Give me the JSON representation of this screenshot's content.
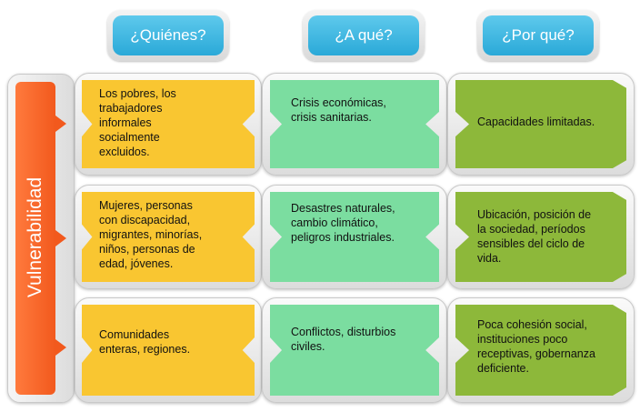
{
  "headers": [
    "¿Quiénes?",
    "¿A qué?",
    "¿Por qué?"
  ],
  "side_label": "Vulnerabilidad",
  "rows": [
    {
      "quienes": [
        "Los pobres, los",
        "trabajadores",
        "informales",
        "socialmente",
        "excluidos."
      ],
      "a_que": [
        "Crisis económicas,",
        "crisis sanitarias."
      ],
      "por_que": [
        "Capacidades limitadas."
      ]
    },
    {
      "quienes": [
        "Mujeres, personas",
        "con discapacidad,",
        "migrantes, minorías,",
        "niños, personas de",
        "edad, jóvenes."
      ],
      "a_que": [
        "Desastres naturales,",
        "cambio climático,",
        "peligros industriales."
      ],
      "por_que": [
        "Ubicación, posición de",
        "la sociedad, períodos",
        "sensibles del ciclo de",
        "vida."
      ]
    },
    {
      "quienes": [
        "Comunidades",
        "enteras, regiones."
      ],
      "a_que": [
        "Conflictos, disturbios",
        "civiles."
      ],
      "por_que": [
        "Poca cohesión social,",
        "instituciones poco",
        "receptivas, gobernanza",
        "deficiente."
      ]
    }
  ],
  "colors": {
    "header": "#2aa9d8",
    "side": "#f2591d",
    "quienes": "#f9c631",
    "a_que": "#7bdda0",
    "por_que": "#8db83a"
  }
}
